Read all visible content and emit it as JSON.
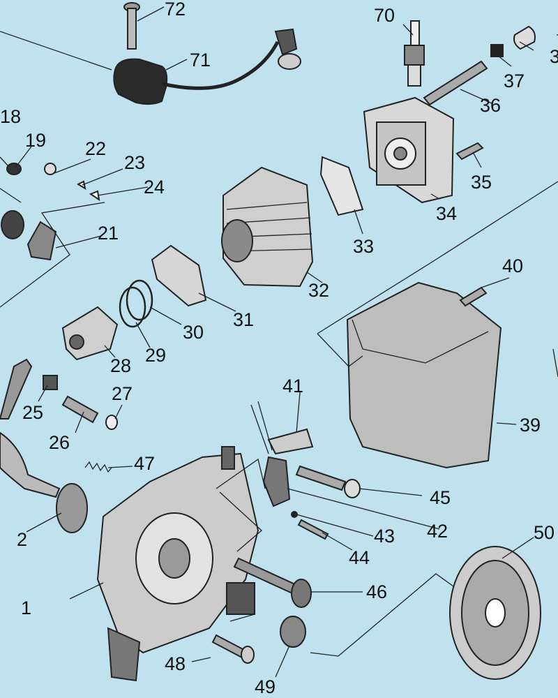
{
  "background": "#bfe2ee",
  "labels": [
    {
      "id": "1",
      "text": "1"
    },
    {
      "id": "2",
      "text": "2"
    },
    {
      "id": "18",
      "text": "18"
    },
    {
      "id": "19",
      "text": "19"
    },
    {
      "id": "21",
      "text": "21"
    },
    {
      "id": "22",
      "text": "22"
    },
    {
      "id": "23",
      "text": "23"
    },
    {
      "id": "24",
      "text": "24"
    },
    {
      "id": "25",
      "text": "25"
    },
    {
      "id": "26",
      "text": "26"
    },
    {
      "id": "27",
      "text": "27"
    },
    {
      "id": "28",
      "text": "28"
    },
    {
      "id": "29",
      "text": "29"
    },
    {
      "id": "30",
      "text": "30"
    },
    {
      "id": "31",
      "text": "31"
    },
    {
      "id": "32",
      "text": "32"
    },
    {
      "id": "33",
      "text": "33"
    },
    {
      "id": "34",
      "text": "34"
    },
    {
      "id": "35",
      "text": "35"
    },
    {
      "id": "36",
      "text": "36"
    },
    {
      "id": "37",
      "text": "37"
    },
    {
      "id": "38",
      "text": "3"
    },
    {
      "id": "39",
      "text": "39"
    },
    {
      "id": "40",
      "text": "40"
    },
    {
      "id": "41",
      "text": "41"
    },
    {
      "id": "42",
      "text": "42"
    },
    {
      "id": "43",
      "text": "43"
    },
    {
      "id": "44",
      "text": "44"
    },
    {
      "id": "45",
      "text": "45"
    },
    {
      "id": "46",
      "text": "46"
    },
    {
      "id": "47",
      "text": "47"
    },
    {
      "id": "48",
      "text": "48"
    },
    {
      "id": "49",
      "text": "49"
    },
    {
      "id": "50",
      "text": "50"
    },
    {
      "id": "70",
      "text": "70"
    },
    {
      "id": "71",
      "text": "71"
    },
    {
      "id": "72",
      "text": "72"
    }
  ]
}
